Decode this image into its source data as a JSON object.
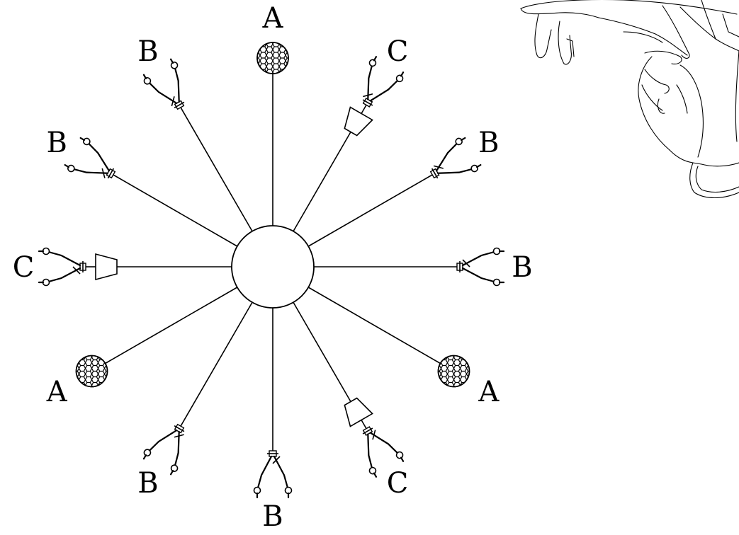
{
  "diagram": {
    "hub": {
      "label": ""
    },
    "spokes": [
      {
        "angle": -90,
        "label": "A",
        "type": "ball"
      },
      {
        "angle": -60,
        "label": "C",
        "type": "cup"
      },
      {
        "angle": -30,
        "label": "B",
        "type": "tweezer"
      },
      {
        "angle": 0,
        "label": "B",
        "type": "tweezer"
      },
      {
        "angle": 30,
        "label": "A",
        "type": "ball"
      },
      {
        "angle": 60,
        "label": "C",
        "type": "cup"
      },
      {
        "angle": 90,
        "label": "B",
        "type": "tweezer"
      },
      {
        "angle": 120,
        "label": "B",
        "type": "tweezer"
      },
      {
        "angle": 150,
        "label": "A",
        "type": "ball"
      },
      {
        "angle": 180,
        "label": "C",
        "type": "cup"
      },
      {
        "angle": 210,
        "label": "B",
        "type": "tweezer"
      },
      {
        "angle": 240,
        "label": "B",
        "type": "tweezer"
      }
    ],
    "colors": {
      "stroke": "#000000",
      "background": "#ffffff"
    },
    "illustration": "hands-icon"
  }
}
